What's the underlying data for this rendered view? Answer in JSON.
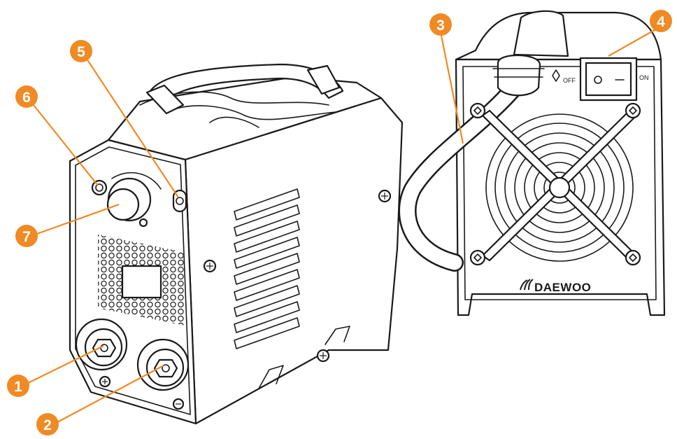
{
  "callouts": [
    {
      "id": "1",
      "label": "1"
    },
    {
      "id": "2",
      "label": "2"
    },
    {
      "id": "3",
      "label": "3"
    },
    {
      "id": "4",
      "label": "4"
    },
    {
      "id": "5",
      "label": "5"
    },
    {
      "id": "6",
      "label": "6"
    },
    {
      "id": "7",
      "label": "7"
    }
  ],
  "switch": {
    "off_label": "OFF",
    "on_label": "ON"
  },
  "brand": {
    "name": "DAEWOO"
  },
  "colors": {
    "accent": "#f08a24",
    "line": "#1a1a1a",
    "background": "#ffffff"
  }
}
